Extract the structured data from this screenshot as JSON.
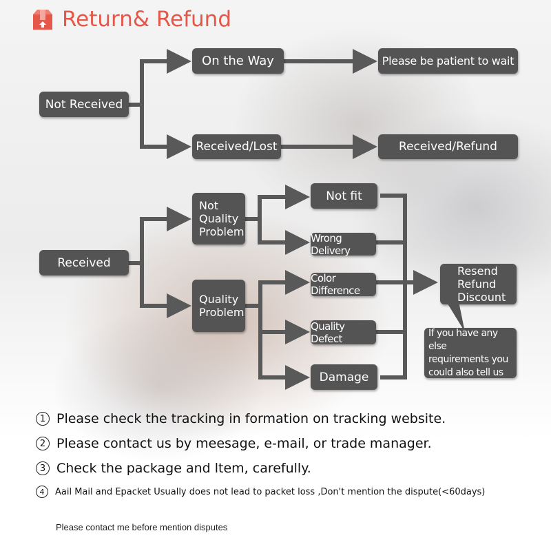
{
  "header": {
    "title": "Return& Refund",
    "icon": "package-box-icon",
    "accent": "#e4574a"
  },
  "flow": {
    "not_received": "Not Received",
    "on_the_way": "On the Way",
    "please_wait": "Please be patient to wait",
    "received_lost": "Received/Lost",
    "received_refund": "Received/Refund",
    "received": "Received",
    "not_quality_problem": "Not\nQuality\nProblem",
    "quality_problem": "Quality\nProblem",
    "not_fit": "Not fit",
    "wrong_delivery": "Wrong Delivery",
    "color_difference": "Color Difference",
    "quality_defect": "Quality Defect",
    "damage": "Damage",
    "resend_refund_discount": "Resend\nRefund\nDiscount",
    "requirements_note": "If you have any else\nrequirements you\ncould also tell us"
  },
  "notes": [
    {
      "num": "1",
      "text": "Please check the tracking in formation on tracking website."
    },
    {
      "num": "2",
      "text": "Please contact us by meesage, e-mail, or trade manager."
    },
    {
      "num": "3",
      "text": "Check the package and ltem, carefully."
    },
    {
      "num": "4",
      "text": "Aail Mail and Epacket Usually does not lead to packet loss ,Don't mention the dispute(<60days)"
    }
  ],
  "footer": "Please contact me before mention disputes",
  "colors": {
    "box": "#545454",
    "arrow": "#595959",
    "box_text": "#ffffff"
  }
}
